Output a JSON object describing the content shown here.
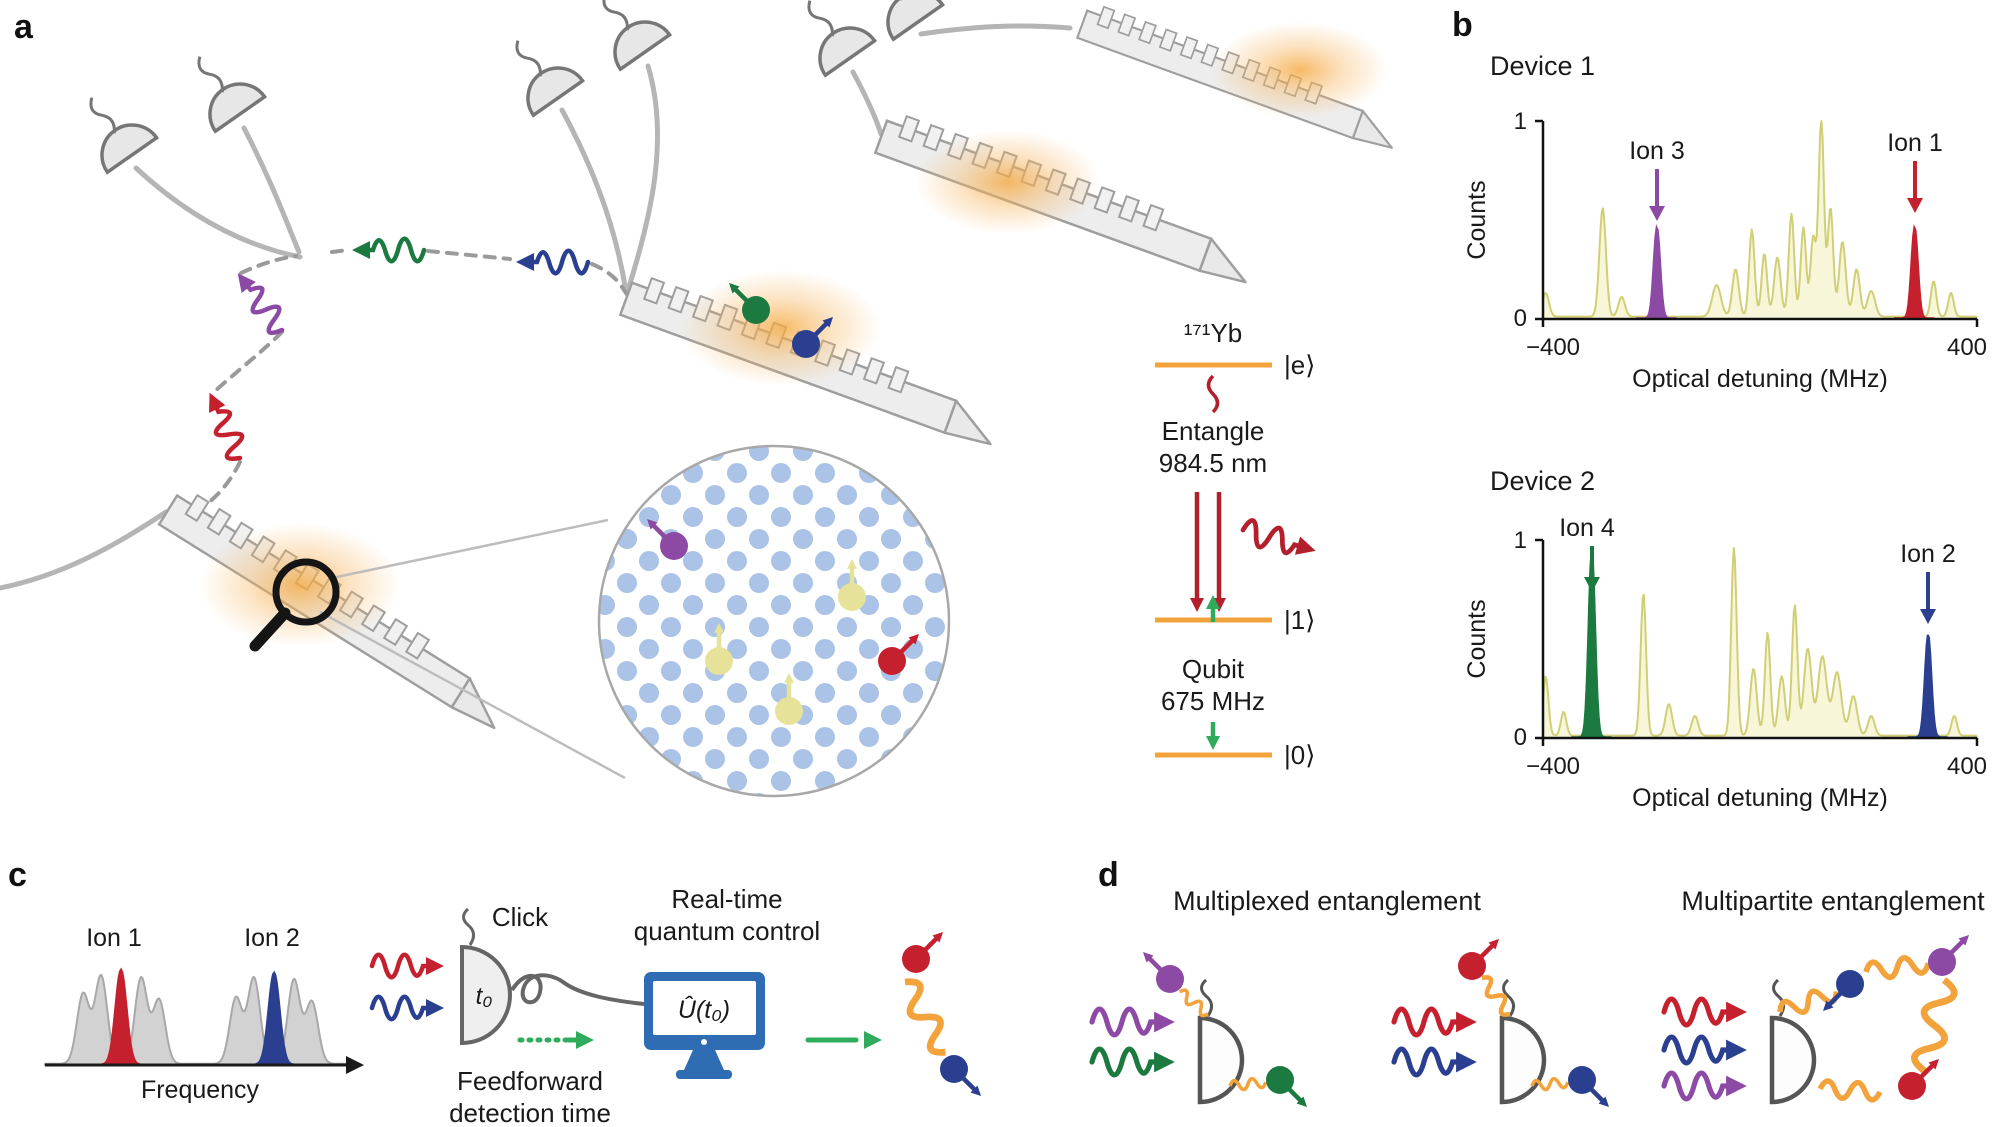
{
  "figure": {
    "label_a": "a",
    "label_b": "b",
    "label_c": "c",
    "label_d": "d"
  },
  "panel_a": {
    "level_diagram": {
      "isotope": "¹⁷¹Yb",
      "state_e": "|e⟩",
      "state_1": "|1⟩",
      "state_0": "|0⟩",
      "transition_label": "Entangle",
      "transition_value": "984.5 nm",
      "qubit_label": "Qubit",
      "qubit_value": "675 MHz"
    }
  },
  "panel_b": {
    "device1": {
      "title": "Device 1",
      "ion_left": "Ion 3",
      "ion_right": "Ion 1"
    },
    "device2": {
      "title": "Device 2",
      "ion_left": "Ion 4",
      "ion_right": "Ion 2"
    },
    "axis": {
      "y_max": "1",
      "y_min": "0",
      "x_min": "−400",
      "x_max": "400",
      "xlabel": "Optical detuning (MHz)",
      "ylabel": "Counts"
    }
  },
  "panel_c": {
    "ion1": "Ion 1",
    "ion2": "Ion 2",
    "axis_label": "Frequency",
    "click_label": "Click",
    "detector_time": "t₀",
    "realtime_label_line1": "Real-time",
    "realtime_label_line2": "quantum control",
    "unitary_label": "Û(t₀)",
    "feedforward_label_line1": "Feedforward",
    "feedforward_label_line2": "detection time"
  },
  "panel_d": {
    "multiplexed_title": "Multiplexed entanglement",
    "multipartite_title": "Multipartite entanglement"
  },
  "colors": {
    "red": "#c4202e",
    "navy": "#2a3f8f",
    "purple": "#8c4aa5",
    "green": "#1c7a40",
    "bright_green": "#2eac5b",
    "orange": "#f2a33c",
    "yellow_atom": "#e6e29a",
    "lattice_blue": "#aac3e6",
    "monitor_blue": "#2e6db4",
    "spectrum_fill": "#f7f6d8",
    "spectrum_stroke": "#cfcd6f",
    "device_gray": "#ededed",
    "outline_gray": "#9e9e9e"
  },
  "chart_data": [
    {
      "type": "line",
      "title": "Device 1",
      "xlabel": "Optical detuning (MHz)",
      "ylabel": "Counts",
      "xlim": [
        -400,
        400
      ],
      "ylim": [
        0,
        1
      ],
      "grid": false,
      "legend": false,
      "background_fill": "#f7f6d8",
      "background_stroke": "#cfcd6f",
      "background_peaks": [
        {
          "x": -395,
          "h": 0.12,
          "w": 6
        },
        {
          "x": -290,
          "h": 0.55,
          "w": 6
        },
        {
          "x": -255,
          "h": 0.1,
          "w": 6
        },
        {
          "x": -80,
          "h": 0.16,
          "w": 8
        },
        {
          "x": -45,
          "h": 0.24,
          "w": 6
        },
        {
          "x": -15,
          "h": 0.44,
          "w": 5
        },
        {
          "x": 8,
          "h": 0.32,
          "w": 5
        },
        {
          "x": 32,
          "h": 0.3,
          "w": 6
        },
        {
          "x": 58,
          "h": 0.52,
          "w": 5
        },
        {
          "x": 80,
          "h": 0.45,
          "w": 5
        },
        {
          "x": 98,
          "h": 0.4,
          "w": 5
        },
        {
          "x": 113,
          "h": 1.0,
          "w": 5
        },
        {
          "x": 130,
          "h": 0.55,
          "w": 5
        },
        {
          "x": 152,
          "h": 0.38,
          "w": 6
        },
        {
          "x": 178,
          "h": 0.24,
          "w": 6
        },
        {
          "x": 205,
          "h": 0.13,
          "w": 7
        },
        {
          "x": 320,
          "h": 0.18,
          "w": 5
        },
        {
          "x": 352,
          "h": 0.12,
          "w": 5
        }
      ],
      "ions": [
        {
          "label": "Ion 3",
          "x": -190,
          "h": 0.46,
          "w": 6,
          "color": "#8c4aa5"
        },
        {
          "label": "Ion 1",
          "x": 285,
          "h": 0.46,
          "w": 6,
          "color": "#c4202e"
        }
      ],
      "annotations": [
        {
          "label": "Ion 3",
          "x": -190,
          "arrow": "down",
          "color": "#8c4aa5"
        },
        {
          "label": "Ion 1",
          "x": 285,
          "arrow": "down",
          "color": "#c4202e"
        }
      ]
    },
    {
      "type": "line",
      "title": "Device 2",
      "xlabel": "Optical detuning (MHz)",
      "ylabel": "Counts",
      "xlim": [
        -400,
        400
      ],
      "ylim": [
        0,
        1
      ],
      "grid": false,
      "legend": false,
      "background_fill": "#f7f6d8",
      "background_stroke": "#cfcd6f",
      "background_peaks": [
        {
          "x": -395,
          "h": 0.3,
          "w": 5
        },
        {
          "x": -362,
          "h": 0.12,
          "w": 5
        },
        {
          "x": -215,
          "h": 0.72,
          "w": 5
        },
        {
          "x": -168,
          "h": 0.16,
          "w": 6
        },
        {
          "x": -120,
          "h": 0.1,
          "w": 6
        },
        {
          "x": -48,
          "h": 0.95,
          "w": 5
        },
        {
          "x": -12,
          "h": 0.34,
          "w": 6
        },
        {
          "x": 14,
          "h": 0.52,
          "w": 5
        },
        {
          "x": 40,
          "h": 0.3,
          "w": 6
        },
        {
          "x": 64,
          "h": 0.66,
          "w": 5
        },
        {
          "x": 88,
          "h": 0.44,
          "w": 7
        },
        {
          "x": 115,
          "h": 0.4,
          "w": 8
        },
        {
          "x": 142,
          "h": 0.32,
          "w": 8
        },
        {
          "x": 172,
          "h": 0.2,
          "w": 7
        },
        {
          "x": 205,
          "h": 0.1,
          "w": 6
        },
        {
          "x": 358,
          "h": 0.1,
          "w": 5
        }
      ],
      "ions": [
        {
          "label": "Ion 4",
          "x": -310,
          "h": 0.95,
          "w": 6,
          "color": "#1c7a40"
        },
        {
          "label": "Ion 2",
          "x": 310,
          "h": 0.52,
          "w": 6,
          "color": "#2a3f8f"
        }
      ],
      "annotations": [
        {
          "label": "Ion 4",
          "x": -310,
          "arrow": "down",
          "color": "#1c7a40"
        },
        {
          "label": "Ion 2",
          "x": 310,
          "arrow": "down",
          "color": "#2a3f8f"
        }
      ]
    },
    {
      "type": "line",
      "title": "",
      "xlabel": "Frequency",
      "ylabel": "",
      "xlim": [
        0,
        1
      ],
      "ylim": [
        0,
        1
      ],
      "grid": false,
      "legend": false,
      "note": "schematic spectrum in panel c",
      "background_fill": "#d2d2d2",
      "background_stroke": "#a8a8a8",
      "background_peaks": [
        {
          "x": 0.123,
          "h": 0.7,
          "w": 0.02
        },
        {
          "x": 0.181,
          "h": 0.88,
          "w": 0.02
        },
        {
          "x": 0.31,
          "h": 0.86,
          "w": 0.02
        },
        {
          "x": 0.368,
          "h": 0.64,
          "w": 0.02
        },
        {
          "x": 0.616,
          "h": 0.66,
          "w": 0.02
        },
        {
          "x": 0.674,
          "h": 0.86,
          "w": 0.02
        },
        {
          "x": 0.803,
          "h": 0.84,
          "w": 0.02
        },
        {
          "x": 0.861,
          "h": 0.62,
          "w": 0.02
        }
      ],
      "ions": [
        {
          "label": "Ion 1",
          "x": 0.245,
          "h": 0.95,
          "w": 0.018,
          "color": "#c4202e"
        },
        {
          "label": "Ion 2",
          "x": 0.739,
          "h": 0.92,
          "w": 0.018,
          "color": "#2a3f8f"
        }
      ]
    }
  ]
}
